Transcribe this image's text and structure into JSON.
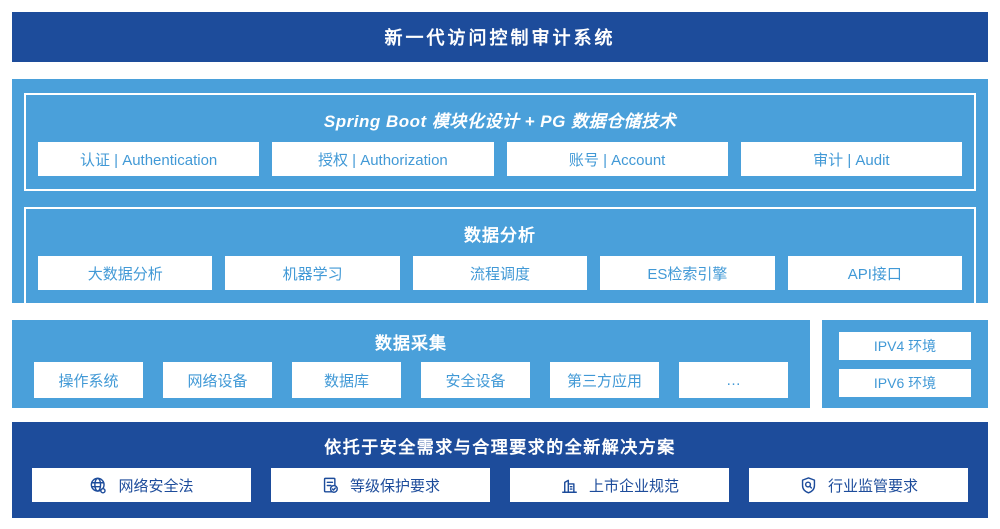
{
  "colors": {
    "dark_blue": "#1d4c9b",
    "light_blue": "#4aa0da",
    "box_text_blue": "#4199d6",
    "white": "#ffffff"
  },
  "header": {
    "title": "新一代访问控制审计系统"
  },
  "tech_layer": {
    "title": "Spring Boot 模块化设计 + PG 数据仓储技术",
    "modules": [
      "认证 | Authentication",
      "授权 | Authorization",
      "账号 | Account",
      "审计 | Audit"
    ]
  },
  "analysis_layer": {
    "title": "数据分析",
    "modules": [
      "大数据分析",
      "机器学习",
      "流程调度",
      "ES检索引擎",
      "API接口"
    ]
  },
  "collection_layer": {
    "title": "数据采集",
    "modules": [
      "操作系统",
      "网络设备",
      "数据库",
      "安全设备",
      "第三方应用",
      "…"
    ]
  },
  "env_panel": {
    "items": [
      "IPV4 环境",
      "IPV6 环境"
    ]
  },
  "solution_layer": {
    "title": "依托于安全需求与合理要求的全新解决方案",
    "items": [
      {
        "icon": "globe-icon",
        "label": "网络安全法"
      },
      {
        "icon": "document-check-icon",
        "label": "等级保护要求"
      },
      {
        "icon": "building-icon",
        "label": "上市企业规范"
      },
      {
        "icon": "shield-search-icon",
        "label": "行业监管要求"
      }
    ]
  }
}
